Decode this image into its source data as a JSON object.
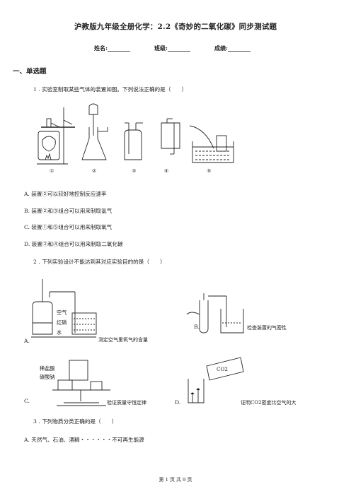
{
  "title": "沪教版九年级全册化学：2.2《奇妙的二氧化碳》同步测试题",
  "info": {
    "name": "姓名:________",
    "class": "班级:________",
    "score": "成绩:________"
  },
  "section1": "一、单选题",
  "q1": {
    "stem": "1 . 实验室制取某些气体的装置如图。下列说法正确的是（　　）",
    "figure_labels": [
      "①",
      "②",
      "③",
      "④",
      "⑤"
    ],
    "options": [
      "A. 装置②可以较好地控制反应速率",
      "B. 装置②和③组合可以用来制取氢气",
      "C. 装置①和⑤组合可以用来制取氧气",
      "D. 装置②和④组合可以用来制取二氧化碳"
    ]
  },
  "q2": {
    "stem": "2 . 下列实验设计不能达到其对应实验目的的是（　　）",
    "a_label": "A.",
    "a_caption": "测定空气里氧气的含量",
    "a_tags": [
      "空气",
      "红磷",
      "水"
    ],
    "b_label": "B.",
    "b_caption": "检查装置的气密性",
    "c_label": "C.",
    "c_caption": "验证质量守恒定律",
    "c_tags": [
      "稀盐酸",
      "碳酸钠"
    ],
    "d_label": "D.",
    "d_caption": "证明CO2密度比空气的大",
    "d_tag": "CO2"
  },
  "q3": {
    "stem": "3 . 下列物质分类正确的是（　　）",
    "optionA": "A. 天然气、石油、酒精・・・・・・不可再生能源"
  },
  "footer": "第 1 页 共 9 页"
}
